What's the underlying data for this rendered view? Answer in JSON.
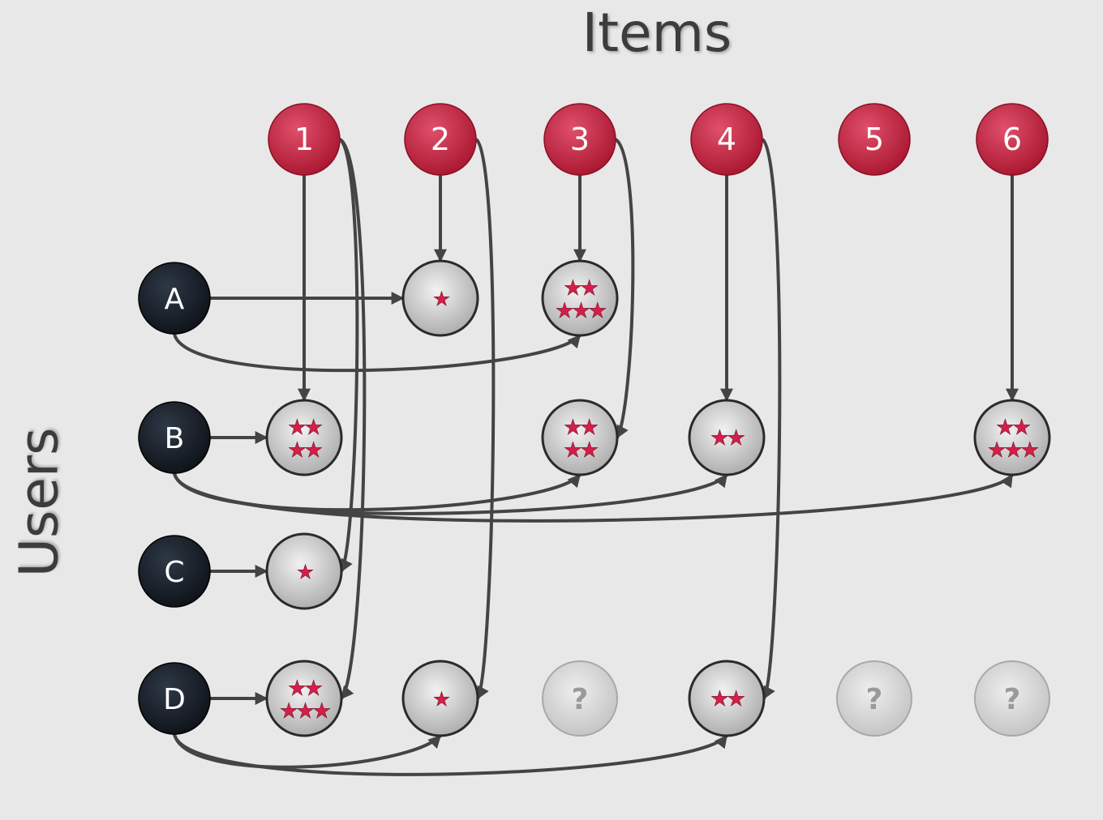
{
  "title": "Items",
  "ylabel": "Users",
  "items": [
    "1",
    "2",
    "3",
    "4",
    "5",
    "6"
  ],
  "users": [
    "A",
    "B",
    "C",
    "D"
  ],
  "ratings": [
    {
      "user": "A",
      "item": "2",
      "stars": 1
    },
    {
      "user": "A",
      "item": "3",
      "stars": 5
    },
    {
      "user": "B",
      "item": "1",
      "stars": 4
    },
    {
      "user": "B",
      "item": "3",
      "stars": 4
    },
    {
      "user": "B",
      "item": "4",
      "stars": 2
    },
    {
      "user": "B",
      "item": "6",
      "stars": 5
    },
    {
      "user": "C",
      "item": "1",
      "stars": 1
    },
    {
      "user": "D",
      "item": "1",
      "stars": 5
    },
    {
      "user": "D",
      "item": "2",
      "stars": 1
    },
    {
      "user": "D",
      "item": "3",
      "stars": null
    },
    {
      "user": "D",
      "item": "4",
      "stars": 2
    },
    {
      "user": "D",
      "item": "5",
      "stars": null
    },
    {
      "user": "D",
      "item": "6",
      "stars": null
    }
  ],
  "unknown_symbol": "?",
  "star_symbol": "★",
  "colors": {
    "item": "#c8213f",
    "user": "#1c222a",
    "rating": "#d4d4d4",
    "unknown": "#cfcfcf",
    "edge": "#444444",
    "star": "#d2204a"
  }
}
